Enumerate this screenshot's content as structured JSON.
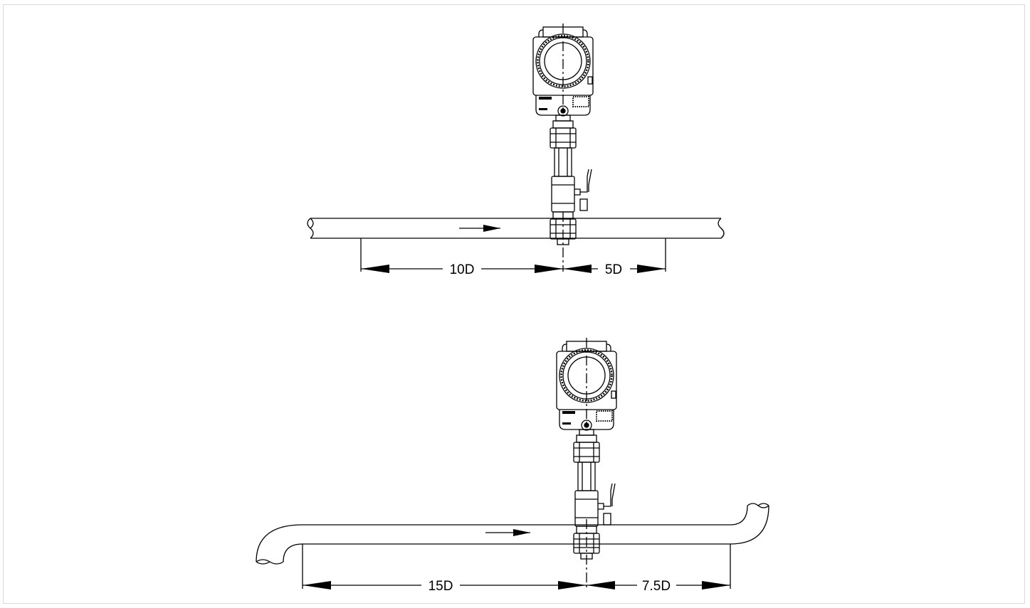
{
  "figure": {
    "top": {
      "upstream_label": "10D",
      "downstream_label": "5D"
    },
    "bottom": {
      "upstream_label": "15D",
      "downstream_label": "7.5D"
    }
  }
}
